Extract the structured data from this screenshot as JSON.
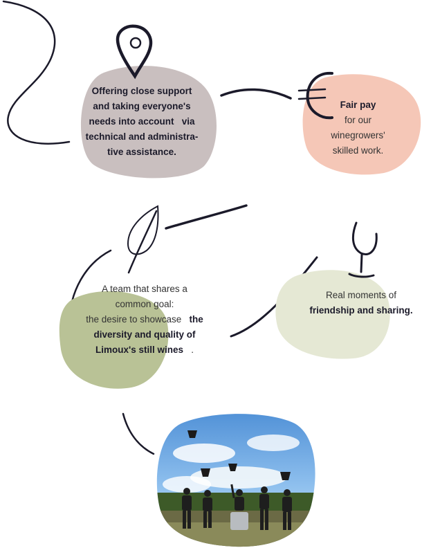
{
  "colors": {
    "ink": "#1b1a2a",
    "blob_support": "#c9bfbf",
    "blob_pay": "#f5c7b7",
    "blob_team": "#b9c296",
    "blob_friendship": "#e5e8d4"
  },
  "support": {
    "icon": "map-pin-icon",
    "line1": "Offering close support",
    "line2": "and taking everyone's",
    "line3": "needs into account   via",
    "line4": "technical and administra-",
    "line5": "tive assistance."
  },
  "pay": {
    "icon": "euro-icon",
    "bold": "Fair pay",
    "line2": "for our",
    "line3": "winegrowers'",
    "line4": "skilled work."
  },
  "team": {
    "icon": "leaf-icon",
    "line1": "A team that shares a",
    "line2": "common goal:",
    "line3": "the desire to showcase",
    "line3_bold": "the",
    "line4": "diversity and quality of",
    "line5": "Limoux's still wines",
    "line5_end": "."
  },
  "friendship": {
    "icon": "wine-glass-icon",
    "line1": "Real moments of",
    "line2": "friendship and sharing."
  },
  "photo": {
    "description": "Winegrowers throwing harvest buckets in the air in a vineyard"
  }
}
